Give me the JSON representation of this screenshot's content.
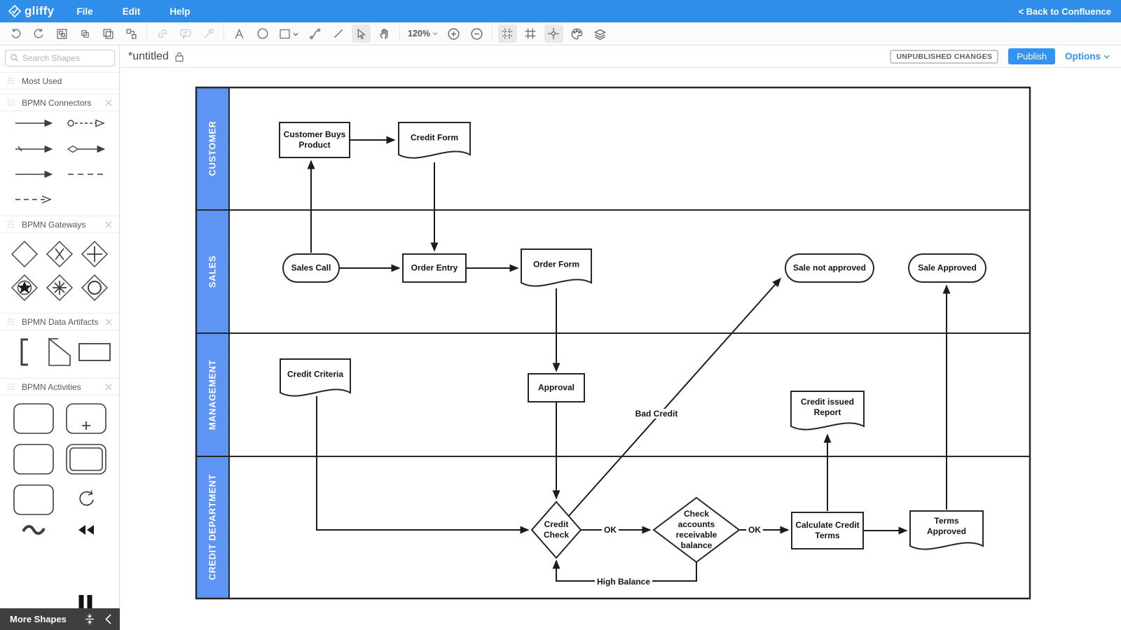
{
  "topbar": {
    "logo_text": "gliffy",
    "menu_file": "File",
    "menu_edit": "Edit",
    "menu_help": "Help",
    "back_link": "< Back to Confluence"
  },
  "titlebar": {
    "title": "*untitled",
    "unpublished_badge": "UNPUBLISHED CHANGES",
    "publish_label": "Publish",
    "options_label": "Options"
  },
  "toolbar": {
    "zoom_level": "120%"
  },
  "sidebar": {
    "search_placeholder": "Search Shapes",
    "section_most_used": "Most Used",
    "section_connectors": "BPMN Connectors",
    "section_gateways": "BPMN Gateways",
    "section_artifacts": "BPMN Data Artifacts",
    "section_activities": "BPMN Activities",
    "more_shapes_label": "More Shapes"
  },
  "diagram": {
    "lanes": {
      "lane1": "CUSTOMER",
      "lane2": "SALES",
      "lane3": "MANAGEMENT",
      "lane4": "CREDIT DEPARTMENT"
    },
    "nodes": {
      "customer_buys_product": "Customer Buys Product",
      "credit_form": "Credit Form",
      "sales_call": "Sales Call",
      "order_entry": "Order Entry",
      "order_form": "Order Form",
      "sale_not_approved": "Sale not approved",
      "sale_approved": "Sale Approved",
      "credit_criteria": "Credit Criteria",
      "approval": "Approval",
      "credit_issued_report": "Credit issued Report",
      "credit_check": "Credit Check",
      "check_accounts": "Check accounts receivable balance",
      "calculate_credit_terms": "Calculate Credit Terms",
      "terms_approved": "Terms Approved"
    },
    "edge_labels": {
      "ok1": "OK",
      "ok2": "OK",
      "bad_credit": "Bad Credit",
      "high_balance": "High Balance"
    }
  },
  "colors": {
    "topbar_blue": "#2e8ee9",
    "lane_blue": "#5e95f4",
    "publish_blue": "#3493f2",
    "diagram_stroke": "#262626"
  }
}
